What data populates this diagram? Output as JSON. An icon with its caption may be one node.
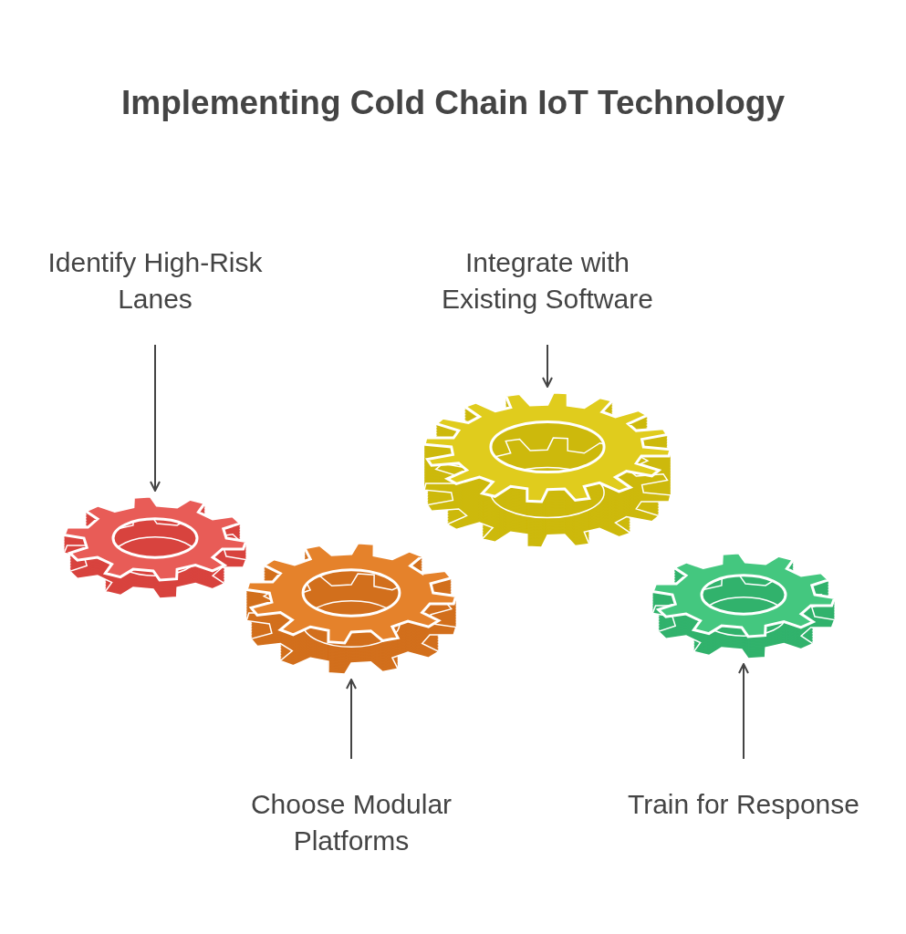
{
  "diagram": {
    "title": "Implementing Cold Chain IoT Technology",
    "nodes": [
      {
        "text": [
          "Identify High-Risk Lanes"
        ]
      },
      {
        "text": [
          "Integrate with Existing Software"
        ]
      },
      {
        "text": [],
        "shape": "gear"
      },
      {
        "text": [],
        "shape": "gear"
      },
      {
        "text": [],
        "shape": "gear"
      },
      {
        "text": [],
        "shape": "gear"
      },
      {
        "text": [
          "Choose Modular Platforms"
        ]
      },
      {
        "text": [
          "Train for Response"
        ]
      }
    ],
    "edges": [
      {
        "from": 0,
        "to": 2,
        "arrow": "to"
      },
      {
        "from": 1,
        "to": 4,
        "arrow": "to"
      },
      {
        "from": 6,
        "to": 3,
        "arrow": "to"
      },
      {
        "from": 7,
        "to": 5,
        "arrow": "to"
      }
    ]
  }
}
